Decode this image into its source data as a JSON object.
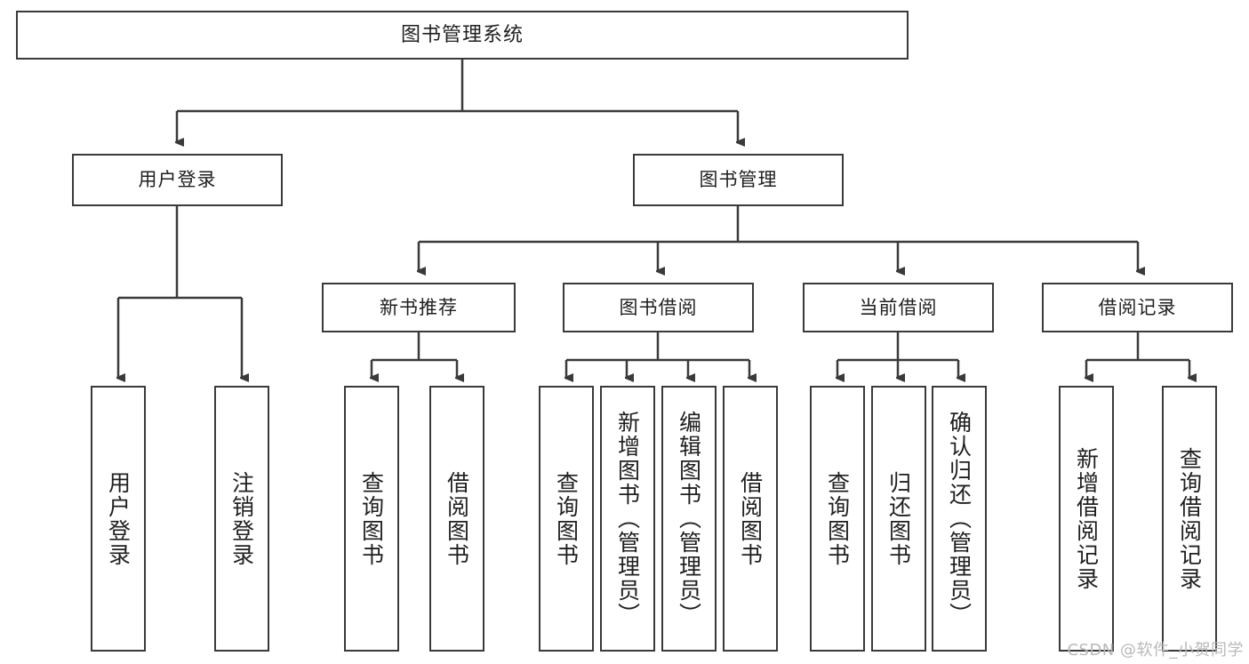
{
  "diagram": {
    "title_node": {
      "label": "图书管理系统"
    },
    "level2": [
      {
        "id": "user-login",
        "label": "用户登录"
      },
      {
        "id": "book-manage",
        "label": "图书管理"
      }
    ],
    "level3": [
      {
        "id": "new-book-recommend",
        "label": "新书推荐"
      },
      {
        "id": "book-borrow",
        "label": "图书借阅"
      },
      {
        "id": "current-borrow",
        "label": "当前借阅"
      },
      {
        "id": "borrow-record",
        "label": "借阅记录"
      }
    ],
    "leaves": {
      "user_login": [
        {
          "id": "leaf-user-login",
          "label": "用户登录"
        },
        {
          "id": "leaf-logout",
          "label": "注销登录"
        }
      ],
      "new_book_recommend": [
        {
          "id": "leaf-query-book-1",
          "label": "查询图书"
        },
        {
          "id": "leaf-borrow-book-1",
          "label": "借阅图书"
        }
      ],
      "book_borrow": [
        {
          "id": "leaf-query-book-2",
          "label": "查询图书"
        },
        {
          "id": "leaf-add-book",
          "label": "新增图书（管理员）"
        },
        {
          "id": "leaf-edit-book",
          "label": "编辑图书（管理员）"
        },
        {
          "id": "leaf-borrow-book-2",
          "label": "借阅图书"
        }
      ],
      "current_borrow": [
        {
          "id": "leaf-query-book-3",
          "label": "查询图书"
        },
        {
          "id": "leaf-return-book",
          "label": "归还图书"
        },
        {
          "id": "leaf-confirm-return",
          "label": "确认归还（管理员）"
        }
      ],
      "borrow_record": [
        {
          "id": "leaf-add-record",
          "label": "新增借阅记录"
        },
        {
          "id": "leaf-query-record",
          "label": "查询借阅记录"
        }
      ]
    },
    "watermark": "CSDN @软件_小贺同学",
    "colors": {
      "border": "#3a3a3a",
      "text": "#1f1f1f",
      "background": "#ffffff",
      "watermark": "#b9b9b9"
    }
  }
}
